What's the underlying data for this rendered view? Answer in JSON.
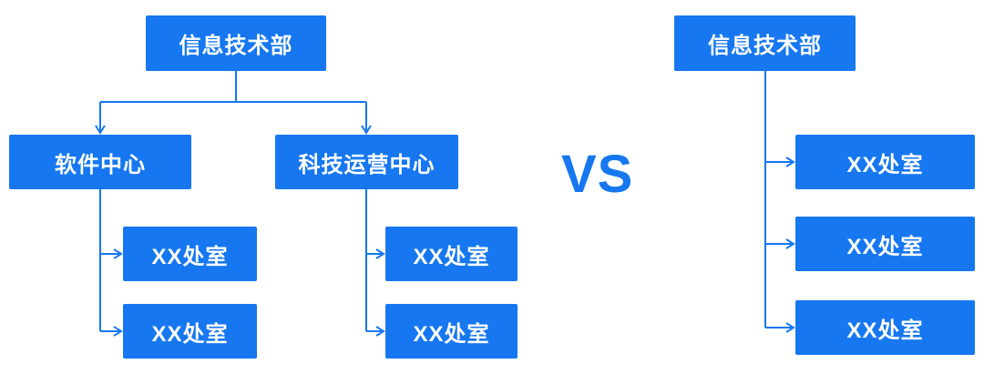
{
  "colors": {
    "accent": "#1677f0",
    "node_text": "#ffffff",
    "background": "#ffffff"
  },
  "comparison": {
    "divider_label": "VS"
  },
  "left_org": {
    "root": "信息技术部",
    "centers": [
      {
        "label": "软件中心",
        "offices": [
          "XX处室",
          "XX处室"
        ]
      },
      {
        "label": "科技运营中心",
        "offices": [
          "XX处室",
          "XX处室"
        ]
      }
    ]
  },
  "right_org": {
    "root": "信息技术部",
    "offices": [
      "XX处室",
      "XX处室",
      "XX处室"
    ]
  }
}
